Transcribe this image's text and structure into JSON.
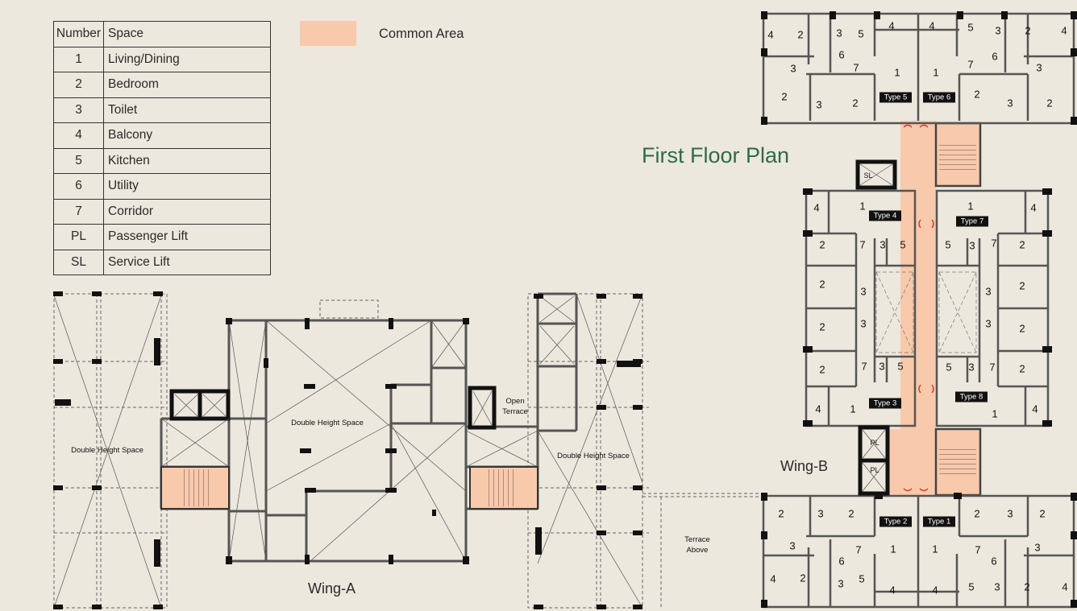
{
  "title": "First Floor Plan",
  "legend": {
    "header": {
      "number": "Number",
      "space": "Space"
    },
    "rows": [
      {
        "number": "1",
        "space": "Living/Dining"
      },
      {
        "number": "2",
        "space": "Bedroom"
      },
      {
        "number": "3",
        "space": "Toilet"
      },
      {
        "number": "4",
        "space": "Balcony"
      },
      {
        "number": "5",
        "space": "Kitchen"
      },
      {
        "number": "6",
        "space": "Utility"
      },
      {
        "number": "7",
        "space": "Corridor"
      },
      {
        "number": "PL",
        "space": "Passenger Lift"
      },
      {
        "number": "SL",
        "space": "Service Lift"
      }
    ]
  },
  "common_area": {
    "label": "Common Area",
    "color": "#f9c9ab"
  },
  "colors": {
    "background": "#ece8dd",
    "title": "#2f6b45",
    "wall": "#555555",
    "column": "#111111"
  },
  "wing_a": {
    "label": "Wing-A",
    "spaces": {
      "left": "Double Height Space",
      "center": "Double Height Space",
      "right": "Double Height Space",
      "open_terrace_1": "Open",
      "open_terrace_2": "Terrace"
    }
  },
  "terrace": {
    "line1": "Terrace",
    "line2": "Above"
  },
  "wing_b": {
    "label": "Wing-B",
    "lifts": {
      "service": "SL",
      "passenger_1": "PL",
      "passenger_2": "PL"
    },
    "unit_types": {
      "t1": "Type 1",
      "t2": "Type 2",
      "t3": "Type 3",
      "t4": "Type 4",
      "t5": "Type 5",
      "t6": "Type 6",
      "t7": "Type 7",
      "t8": "Type 8"
    },
    "room_numbers": {
      "n1": "1",
      "n2": "2",
      "n3": "3",
      "n4": "4",
      "n5": "5",
      "n6": "6",
      "n7": "7"
    }
  }
}
